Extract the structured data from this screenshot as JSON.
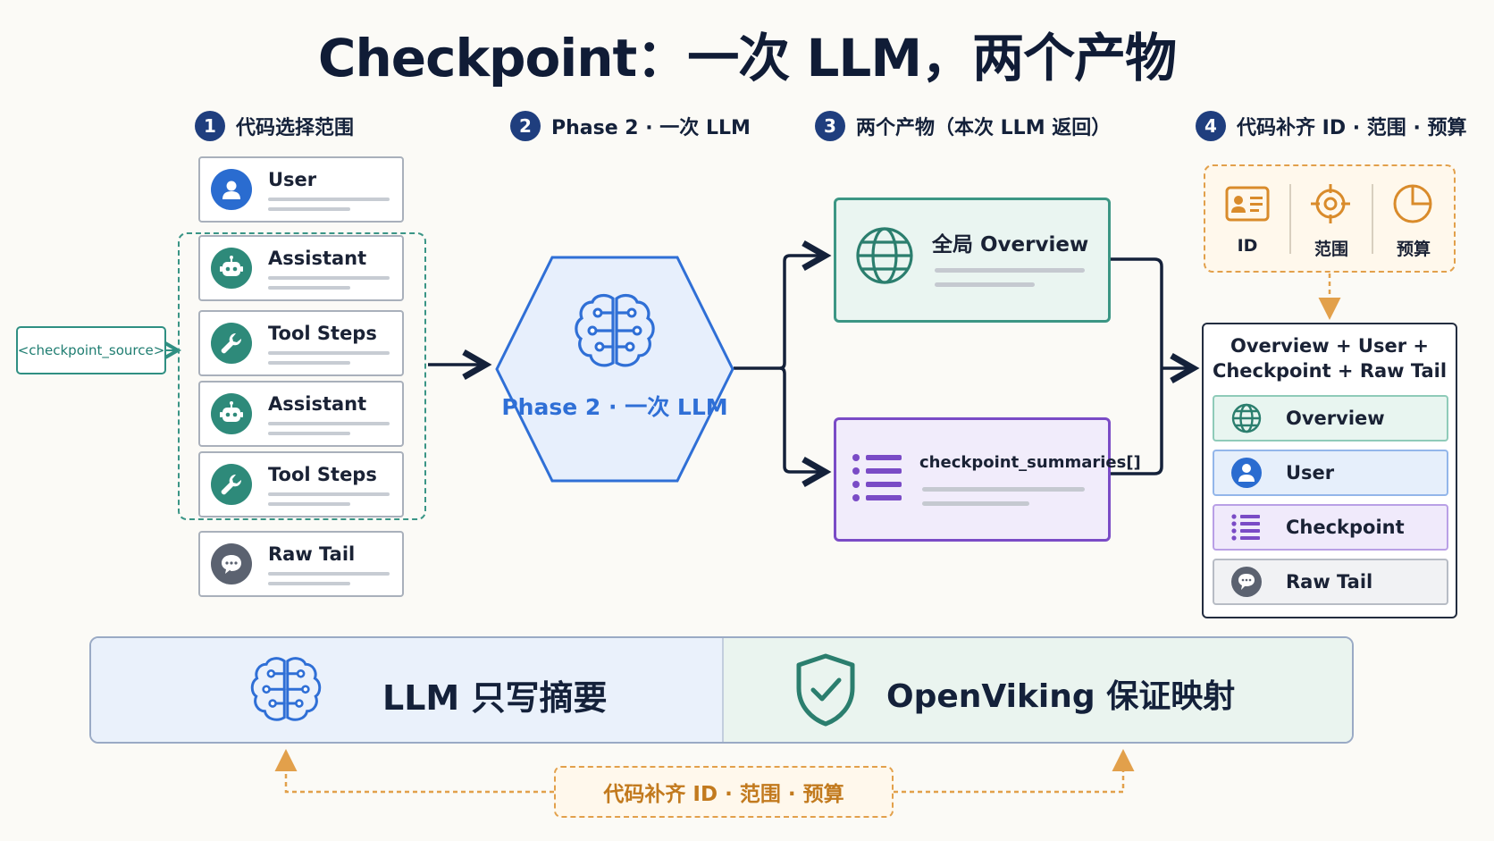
{
  "title": "Checkpoint：一次 LLM，两个产物",
  "steps": [
    {
      "num": "1",
      "label": "代码选择范围"
    },
    {
      "num": "2",
      "label": "Phase 2 · 一次 LLM"
    },
    {
      "num": "3",
      "label": "两个产物（本次 LLM 返回）"
    },
    {
      "num": "4",
      "label": "代码补齐 ID · 范围 · 预算"
    }
  ],
  "messages": [
    {
      "label": "User",
      "icon": "user-icon"
    },
    {
      "label": "Assistant",
      "icon": "robot-icon"
    },
    {
      "label": "Tool Steps",
      "icon": "wrench-icon"
    },
    {
      "label": "Assistant",
      "icon": "robot-icon"
    },
    {
      "label": "Tool Steps",
      "icon": "wrench-icon"
    },
    {
      "label": "Raw Tail",
      "icon": "chat-icon"
    }
  ],
  "checkpoint_source": "<checkpoint_source>",
  "phase": {
    "label": "Phase 2 · 一次 LLM"
  },
  "outputs": {
    "overview": "全局 Overview",
    "summaries": "checkpoint_summaries[]"
  },
  "fill_items": [
    "ID",
    "范围",
    "预算"
  ],
  "final": {
    "title_line1": "Overview + User +",
    "title_line2": "Checkpoint + Raw Tail",
    "rows": [
      "Overview",
      "User",
      "Checkpoint",
      "Raw Tail"
    ]
  },
  "bottom": {
    "left": "LLM 只写摘要",
    "right": "OpenViking 保证映射"
  },
  "fill_note": "代码补齐 ID · 范围 · 预算",
  "colors": {
    "navy": "#1f3e7e",
    "teal": "#3c9684",
    "purple": "#7a4bc6",
    "blue": "#2f6fd6",
    "orange": "#e2a04b"
  }
}
